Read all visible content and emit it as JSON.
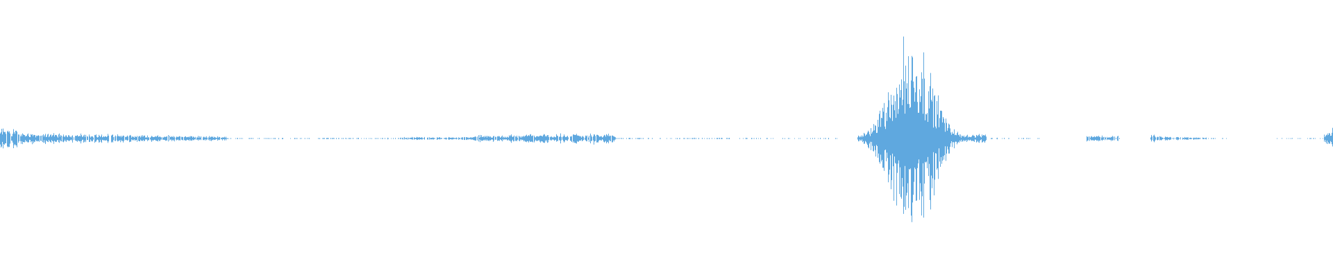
{
  "waveform": {
    "color": "#5fa8df",
    "background": "#ffffff",
    "segments": [
      {
        "start": 0.0,
        "end": 0.17,
        "peak": 0.045,
        "density": 0.9,
        "shape": "taper"
      },
      {
        "start": 0.17,
        "end": 0.3,
        "peak": 0.003,
        "density": 0.35,
        "shape": "flat"
      },
      {
        "start": 0.3,
        "end": 0.355,
        "peak": 0.006,
        "density": 0.8,
        "shape": "flat"
      },
      {
        "start": 0.355,
        "end": 0.462,
        "peak": 0.025,
        "density": 0.9,
        "shape": "bumpy"
      },
      {
        "start": 0.462,
        "end": 0.49,
        "peak": 0.003,
        "density": 0.4,
        "shape": "flat"
      },
      {
        "start": 0.49,
        "end": 0.63,
        "peak": 0.003,
        "density": 0.25,
        "shape": "sparse"
      },
      {
        "start": 0.643,
        "end": 0.74,
        "peak": 0.42,
        "density": 1.0,
        "shape": "burst"
      },
      {
        "start": 0.74,
        "end": 0.78,
        "peak": 0.003,
        "density": 0.25,
        "shape": "flat"
      },
      {
        "start": 0.815,
        "end": 0.84,
        "peak": 0.012,
        "density": 0.85,
        "shape": "flat"
      },
      {
        "start": 0.863,
        "end": 0.905,
        "peak": 0.018,
        "density": 0.85,
        "shape": "taper"
      },
      {
        "start": 0.905,
        "end": 0.925,
        "peak": 0.002,
        "density": 0.25,
        "shape": "sparse"
      },
      {
        "start": 0.958,
        "end": 0.993,
        "peak": 0.002,
        "density": 0.25,
        "shape": "sparse"
      },
      {
        "start": 0.993,
        "end": 1.0,
        "peak": 0.055,
        "density": 1.0,
        "shape": "rise"
      }
    ]
  }
}
